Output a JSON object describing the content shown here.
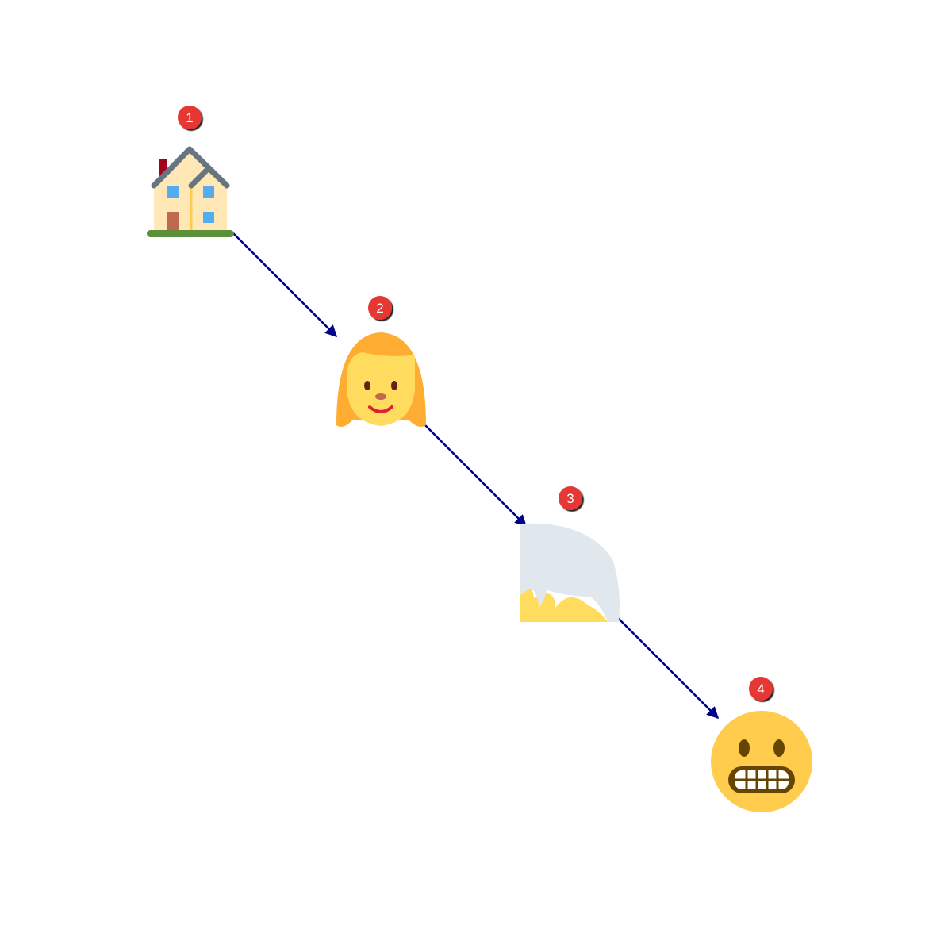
{
  "diagram": {
    "steps": [
      {
        "number": "1",
        "icon": "house-icon"
      },
      {
        "number": "2",
        "icon": "woman-icon"
      },
      {
        "number": "3",
        "icon": "white-hair-icon"
      },
      {
        "number": "4",
        "icon": "grimacing-face-icon"
      }
    ],
    "connections": [
      {
        "from": "1",
        "to": "2"
      },
      {
        "from": "2",
        "to": "3"
      },
      {
        "from": "3",
        "to": "4"
      }
    ]
  },
  "colors": {
    "arrow": "#00008b",
    "badge": "#e53935",
    "badge_text": "#ffffff",
    "face": "#ffcc4d",
    "hair_orange": "#ffac33",
    "hair_white": "#e1e8ed"
  }
}
